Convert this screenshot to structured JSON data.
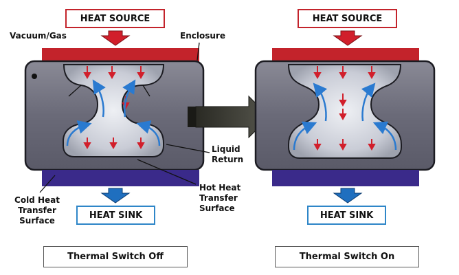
{
  "left_panel": {
    "heat_source": "HEAT SOURCE",
    "heat_sink": "HEAT SINK",
    "caption": "Thermal Switch Off"
  },
  "right_panel": {
    "heat_source": "HEAT SOURCE",
    "heat_sink": "HEAT SINK",
    "caption": "Thermal Switch On"
  },
  "labels": {
    "vacuum_gas": "Vacuum/Gas",
    "enclosure": "Enclosure",
    "liquid_return_line1": "Liquid",
    "liquid_return_line2": "Return",
    "cold_surface_line1": "Cold Heat",
    "cold_surface_line2": "Transfer",
    "cold_surface_line3": "Surface",
    "hot_surface_line1": "Hot Heat",
    "hot_surface_line2": "Transfer",
    "hot_surface_line3": "Surface"
  },
  "colors": {
    "heat_source": "#c3232b",
    "heat_sink": "#3a2a8a",
    "enclosure_body": "#6d6d7a",
    "vapor_chamber": "#d8dbe2",
    "heat_arrow": "#d11f2b",
    "sink_arrow": "#1f6fbf",
    "circulation": "#2a7ad0",
    "transition_arrow": "#3a3a35"
  }
}
